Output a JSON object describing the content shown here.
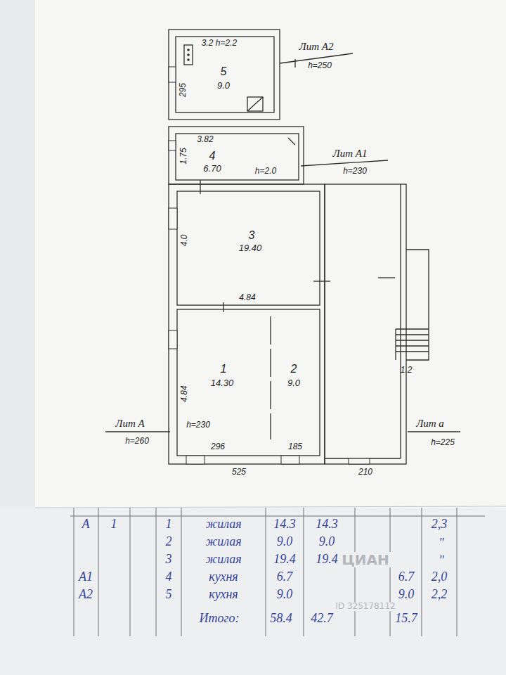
{
  "diagram": {
    "nodes": [
      {
        "text": [
          "5",
          "9.0"
        ]
      },
      {
        "text": [
          "4",
          "6.70"
        ]
      },
      {
        "text": [
          "3",
          "19.40"
        ]
      },
      {
        "text": [
          "1",
          "14.30"
        ]
      },
      {
        "text": [
          "2",
          "9.0"
        ]
      }
    ],
    "labels": [
      "Лит А2",
      "h=250",
      "3.2",
      "h=2.2",
      "295",
      "3.82",
      "1.75",
      "h=2.0",
      "Лит А1",
      "h=230",
      "4.0",
      "4.84",
      "4.84",
      "h=230",
      "Лит А",
      "h=260",
      "296",
      "185",
      "525",
      "210",
      "Лит а",
      "h=225",
      "1.2",
      "А",
      "1",
      "1",
      "жилая",
      "14.3",
      "14.3",
      "2,3",
      "2",
      "жилая",
      "9.0",
      "9.0",
      "\"",
      "3",
      "жилая",
      "19.4",
      "19.4",
      "\"",
      "А1",
      "4",
      "кухня",
      "6.7",
      "6.7",
      "2,0",
      "А2",
      "5",
      "кухня",
      "9.0",
      "9.0",
      "2,2",
      "Итого:",
      "58.4",
      "42.7",
      "15.7",
      "ЦИАН",
      "ID 325178112"
    ]
  }
}
